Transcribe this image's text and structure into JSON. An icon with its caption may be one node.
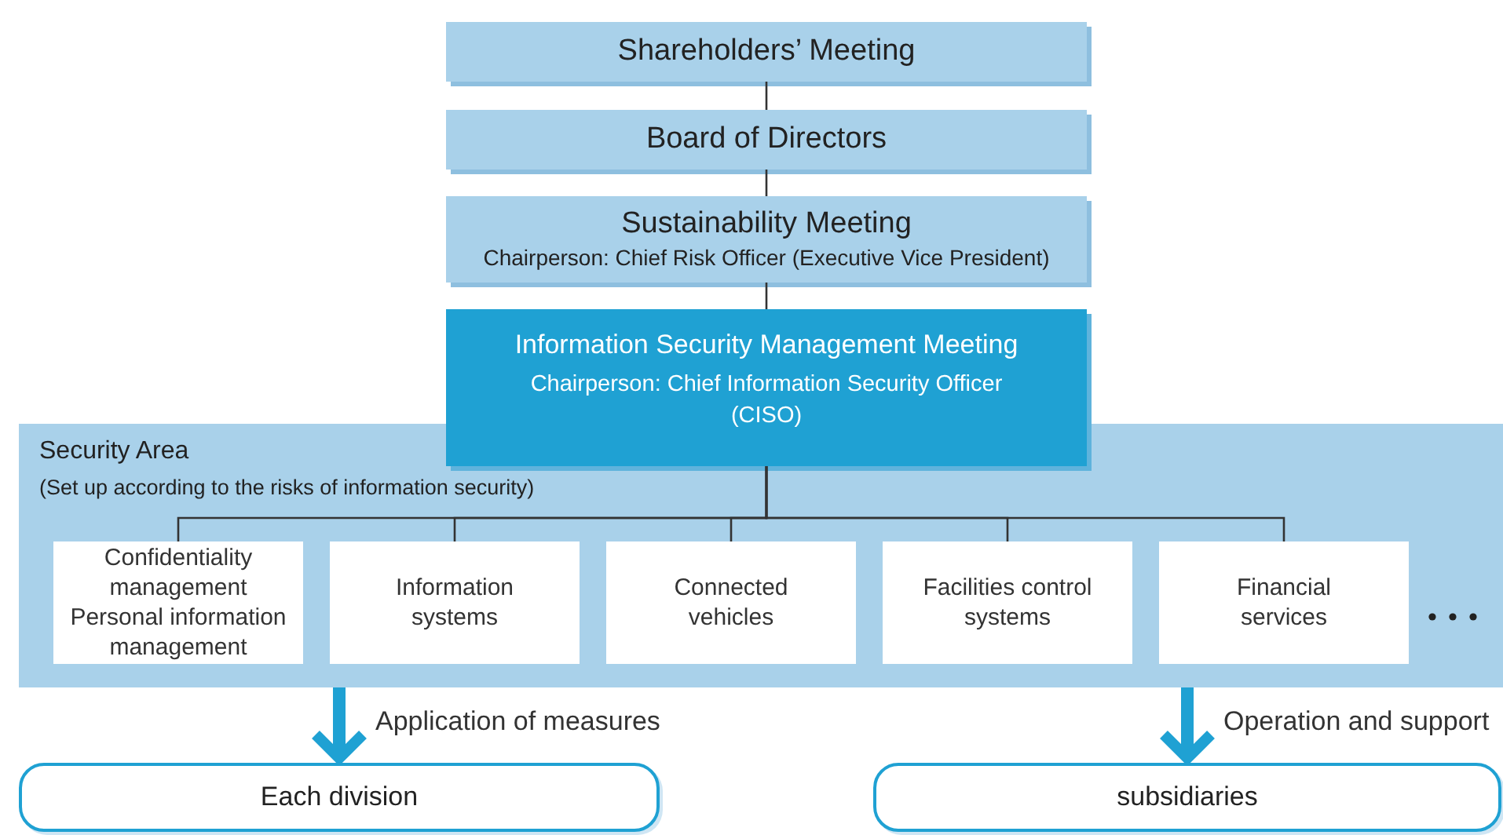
{
  "diagram": {
    "nodes": [
      {
        "text": [
          "Shareholders’ Meeting"
        ]
      },
      {
        "text": [
          "Board of Directors"
        ]
      },
      {
        "text": [
          "Sustainability Meeting",
          "Chairperson: Chief Risk Officer (Executive Vice President)"
        ]
      },
      {
        "text": [
          "Security Area",
          "(Set up according to the risks of information security)"
        ]
      },
      {
        "text": [
          "Information Security Management Meeting",
          "Chairperson: Chief Information Security Officer (CISO)"
        ]
      },
      {
        "text": [
          "Confidentiality management Personal information management"
        ],
        "in": 3
      },
      {
        "text": [
          "Information systems"
        ],
        "in": 3
      },
      {
        "text": [
          "Connected vehicles"
        ],
        "in": 3
      },
      {
        "text": [
          "Facilities control systems"
        ],
        "in": 3
      },
      {
        "text": [
          "Financial services"
        ],
        "in": 3
      },
      {
        "text": [
          "Each division"
        ]
      },
      {
        "text": [
          "subsidiaries"
        ]
      }
    ],
    "edges": [
      {
        "from": 0,
        "to": 1,
        "arrow": "none"
      },
      {
        "from": 1,
        "to": 2,
        "arrow": "none"
      },
      {
        "from": 2,
        "to": 4,
        "arrow": "none"
      },
      {
        "from": 4,
        "to": 5,
        "arrow": "none"
      },
      {
        "from": 4,
        "to": 6,
        "arrow": "none"
      },
      {
        "from": 4,
        "to": 7,
        "arrow": "none"
      },
      {
        "from": 4,
        "to": 8,
        "arrow": "none"
      },
      {
        "from": 4,
        "to": 9,
        "arrow": "none"
      },
      {
        "from": 3,
        "to": 10,
        "arrow": "to",
        "label": "Application of measures",
        "style": "thick",
        "color": "#1fa1d3"
      },
      {
        "from": 3,
        "to": 11,
        "arrow": "to",
        "label": "Operation and support",
        "style": "thick",
        "color": "#1fa1d3"
      }
    ]
  }
}
